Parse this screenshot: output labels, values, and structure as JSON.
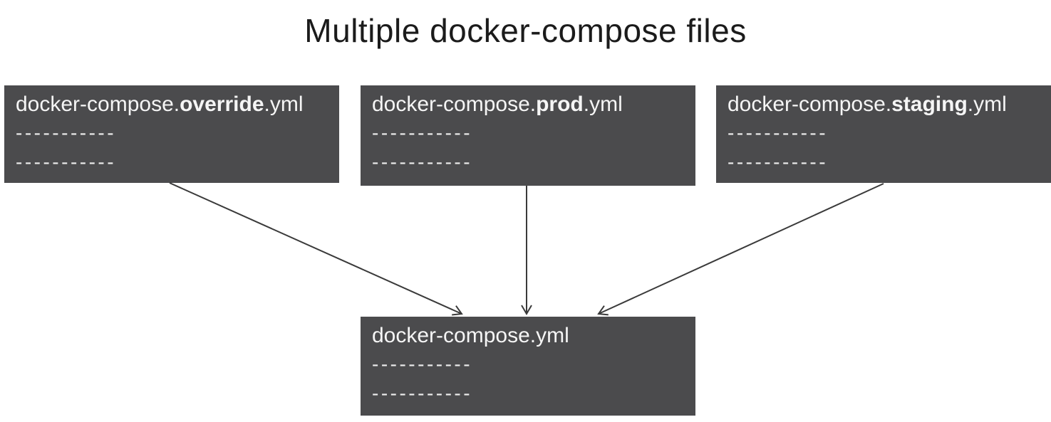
{
  "title": "Multiple docker-compose files",
  "colors": {
    "page-bg": "#ffffff",
    "title-text": "#1b1b1b",
    "box-bg": "#4b4b4d",
    "box-text": "#f5f5f5",
    "dash": "#ececec",
    "arrow": "#3a3a3a"
  },
  "nodes": [
    {
      "id": "override",
      "prefix": "docker-compose.",
      "env": "override",
      "suffix": ".yml",
      "dash_line": "-----------"
    },
    {
      "id": "prod",
      "prefix": "docker-compose.",
      "env": "prod",
      "suffix": ".yml",
      "dash_line": "-----------"
    },
    {
      "id": "staging",
      "prefix": "docker-compose.",
      "env": "staging",
      "suffix": ".yml",
      "dash_line": "-----------"
    },
    {
      "id": "base",
      "prefix": "docker-compose.yml",
      "env": "",
      "suffix": "",
      "dash_line": "-----------"
    }
  ],
  "edges": [
    {
      "from": "docker-compose.override.yml",
      "to": "docker-compose.yml"
    },
    {
      "from": "docker-compose.prod.yml",
      "to": "docker-compose.yml"
    },
    {
      "from": "docker-compose.staging.yml",
      "to": "docker-compose.yml"
    }
  ]
}
